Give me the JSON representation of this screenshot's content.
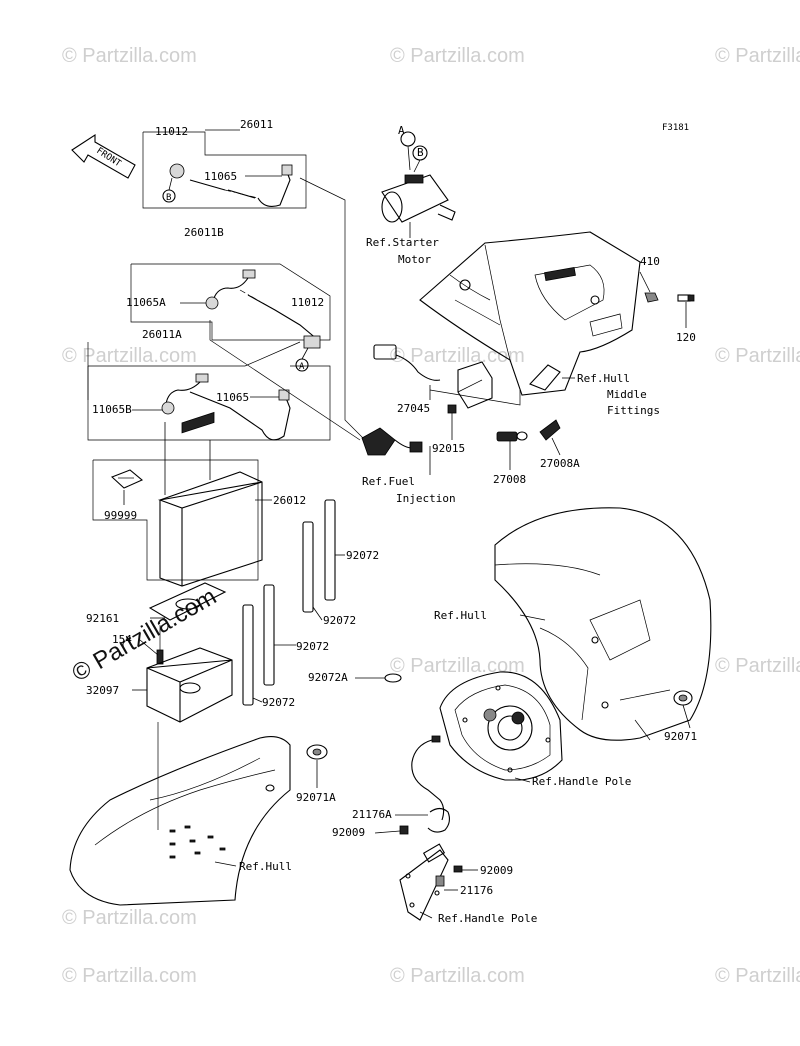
{
  "diagram": {
    "figure_code": "F3181",
    "watermark": "© Partzilla.com",
    "labels": {
      "p11012_top": "11012",
      "p26011": "26011",
      "p11065_top": "11065",
      "p26011b": "26011B",
      "p11065a": "11065A",
      "p11012_mid": "11012",
      "p26011a": "26011A",
      "p11065_mid": "11065",
      "p11065b": "11065B",
      "p26012": "26012",
      "p99999": "99999",
      "p92072_1": "92072",
      "p92072_2": "92072",
      "p92072_3": "92072",
      "p92072_4": "92072",
      "p92161": "92161",
      "p154": "154",
      "p32097": "32097",
      "p92072a": "92072A",
      "p92071a": "92071A",
      "p92071": "92071",
      "p27045": "27045",
      "p92015": "92015",
      "p27008": "27008",
      "p27008a": "27008A",
      "p410": "410",
      "p120": "120",
      "p21176a": "21176A",
      "p92009_left": "92009",
      "p92009_right": "92009",
      "p21176": "21176",
      "ref_starter_1": "Ref.Starter",
      "ref_starter_2": "Motor",
      "ref_hull_middle_1": "Ref.Hull",
      "ref_hull_middle_2": "Middle",
      "ref_hull_middle_3": "Fittings",
      "ref_fuel_1": "Ref.Fuel",
      "ref_fuel_2": "Injection",
      "ref_hull_right": "Ref.Hull",
      "ref_hull_bottom": "Ref.Hull",
      "ref_handle_pole_1": "Ref.Handle Pole",
      "ref_handle_pole_2": "Ref.Handle Pole",
      "front": "FRONT",
      "callout_a": "A",
      "callout_b": "B"
    }
  }
}
